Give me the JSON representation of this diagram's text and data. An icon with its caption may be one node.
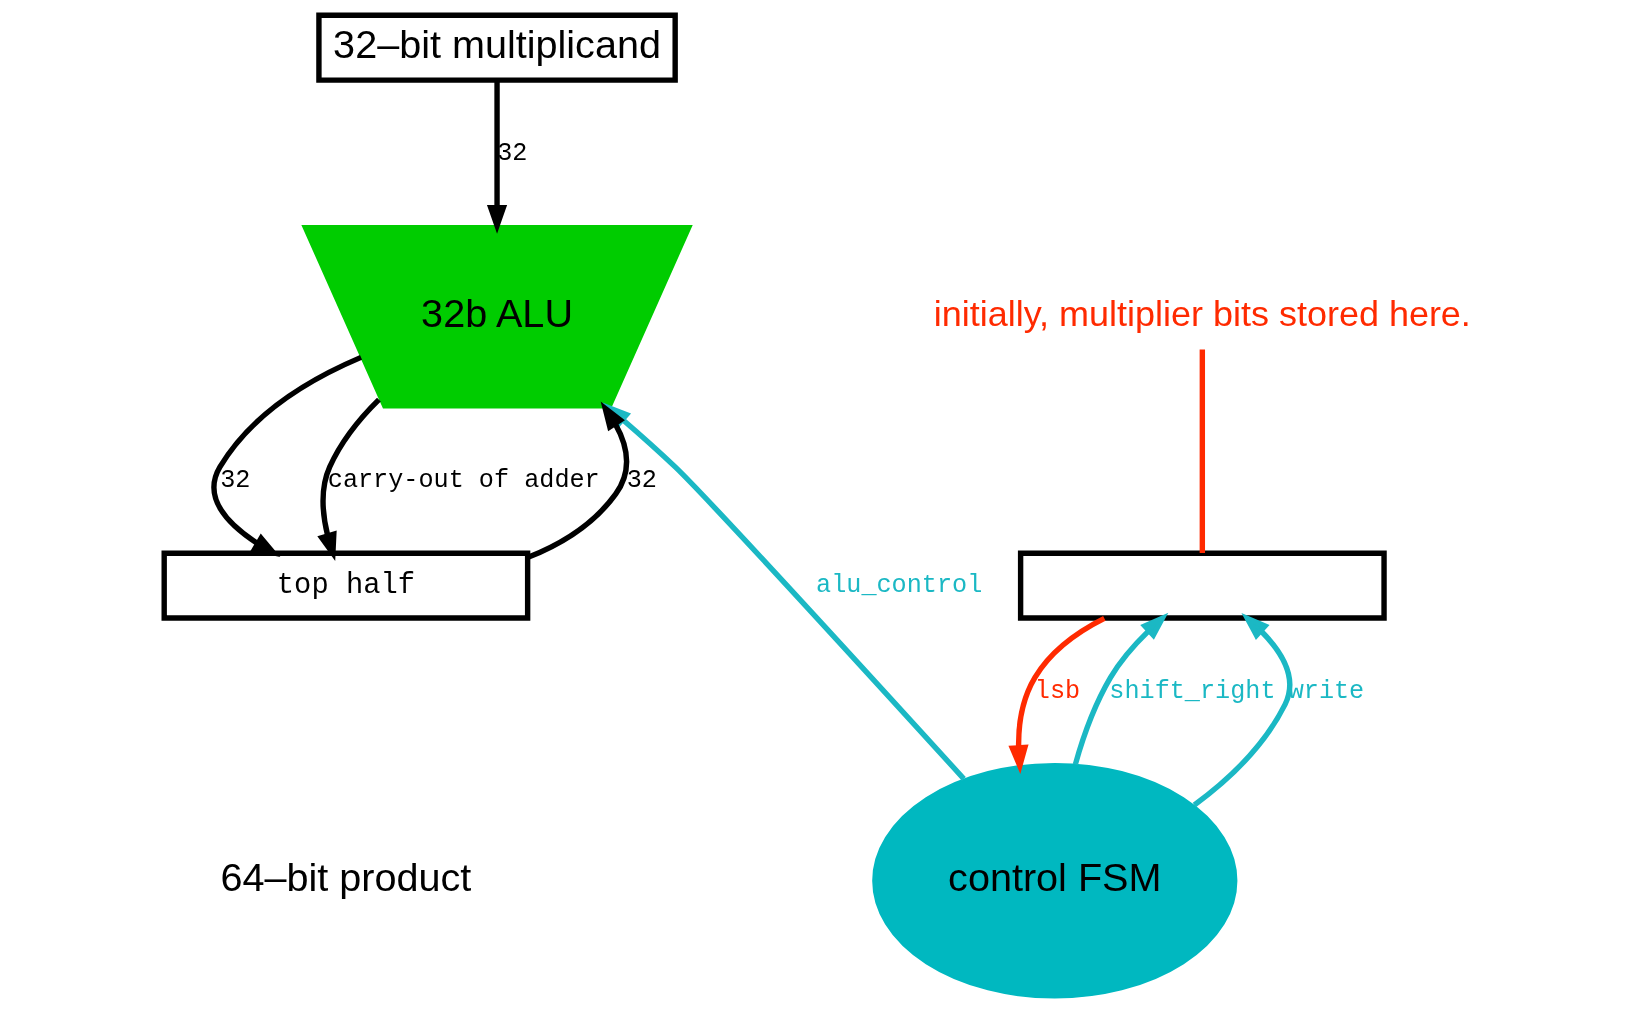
{
  "diagram": {
    "nodes": [
      {
        "text": [
          "32–bit multiplicand"
        ]
      },
      {
        "text": [
          "32b ALU"
        ]
      },
      {
        "text": [
          "control FSM"
        ]
      },
      {
        "text": [
          "top half"
        ]
      },
      {
        "text": [],
        "shape": "box"
      },
      {
        "text": [
          "initially, multiplier bits stored here."
        ]
      }
    ],
    "edges": [
      {
        "from": 0,
        "to": 1,
        "arrow": "to",
        "label": "32"
      },
      {
        "from": 3,
        "to": 1,
        "arrow": "to",
        "label": "32"
      },
      {
        "from": 1,
        "to": 3,
        "arrow": "to",
        "label": "32"
      },
      {
        "from": 1,
        "to": 3,
        "arrow": "to",
        "label": "carry-out of adder"
      },
      {
        "from": 2,
        "to": 1,
        "arrow": "to",
        "label": "alu_control",
        "color": "#1bb8c4"
      },
      {
        "from": 2,
        "to": 4,
        "arrow": "to",
        "label": "shift_right",
        "color": "#1bb8c4"
      },
      {
        "from": 2,
        "to": 4,
        "arrow": "to",
        "label": "write",
        "color": "#1bb8c4"
      },
      {
        "from": 4,
        "to": 2,
        "arrow": "to",
        "label": "lsb",
        "color": "#ff2a00"
      },
      {
        "from": 5,
        "to": 4,
        "arrow": "none",
        "color": "#ff2a00"
      }
    ],
    "labels": [
      "64–bit product"
    ]
  }
}
